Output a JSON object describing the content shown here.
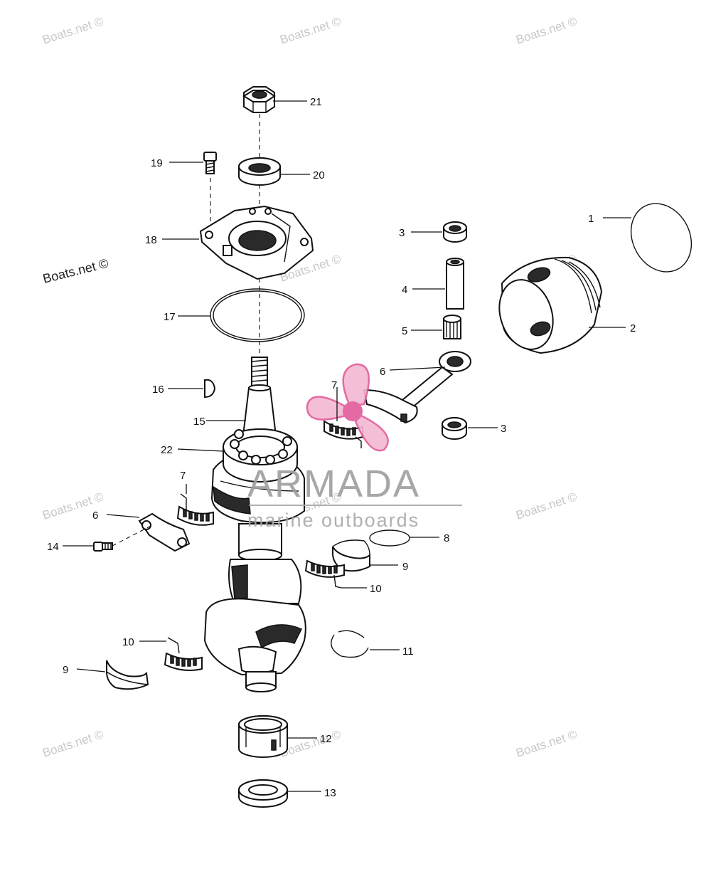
{
  "watermarks": {
    "boats_net": "Boats.net ©",
    "brand_name": "ARMADA",
    "brand_tagline": "marine outboards"
  },
  "callouts": {
    "c1": "1",
    "c2": "2",
    "c3a": "3",
    "c3b": "3",
    "c4": "4",
    "c5": "5",
    "c6a": "6",
    "c6b": "6",
    "c7a": "7",
    "c7b": "7",
    "c8": "8",
    "c9a": "9",
    "c9b": "9",
    "c10a": "10",
    "c10b": "10",
    "c11": "11",
    "c12": "12",
    "c13": "13",
    "c14": "14",
    "c15": "15",
    "c16": "16",
    "c17": "17",
    "c18": "18",
    "c19": "19",
    "c20": "20",
    "c21": "21",
    "c22": "22"
  },
  "colors": {
    "logo_pink": "#e05a9a",
    "logo_pink_light": "#f3b8d2",
    "watermark_gray": "#c8c8c8"
  },
  "icons": {
    "logo": "propeller-logo-icon"
  }
}
